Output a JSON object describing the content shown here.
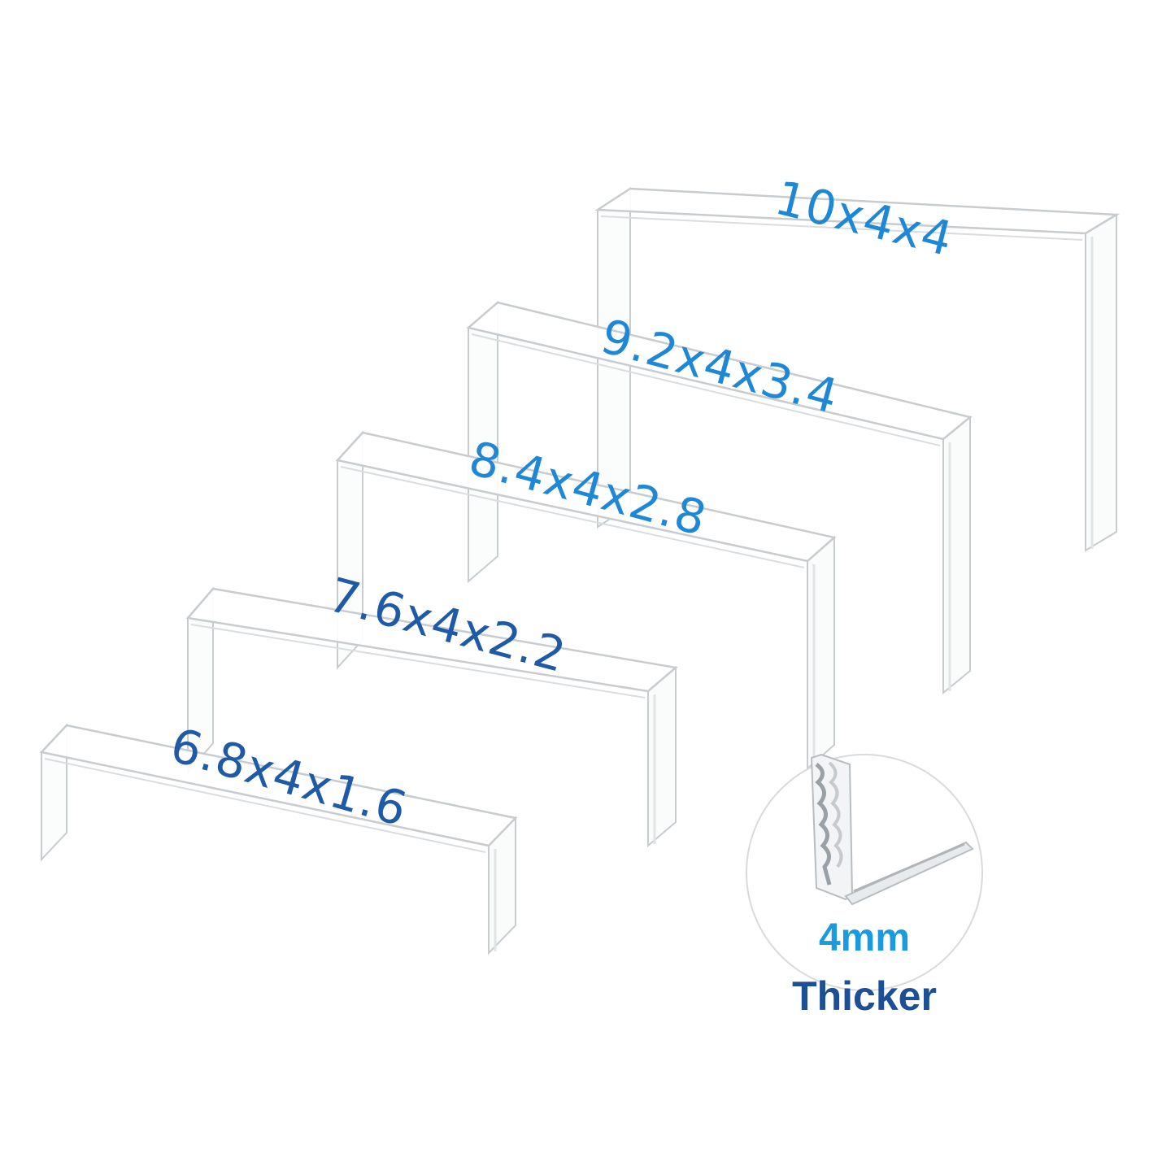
{
  "risers": [
    {
      "label": "10x4x4"
    },
    {
      "label": "9.2x4x3.4"
    },
    {
      "label": "8.4x4x2.8"
    },
    {
      "label": "7.6x4x2.2"
    },
    {
      "label": "6.8x4x1.6"
    }
  ],
  "callout": {
    "value": "4mm",
    "caption": "Thicker"
  },
  "colors": {
    "label_light": "#1e88d6",
    "label_dark": "#1f5aa6",
    "callout_value": "#1a9be0",
    "callout_caption": "#1d4f97",
    "acrylic_edge": "#c8cccf"
  }
}
